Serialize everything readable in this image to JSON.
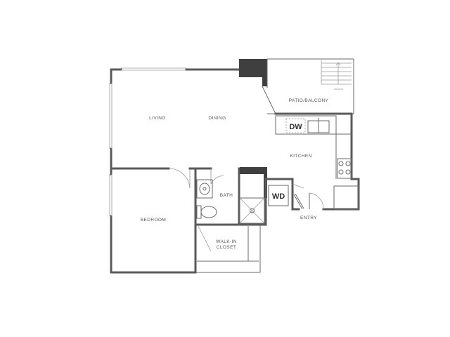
{
  "rooms": {
    "living": "LIVING",
    "dining": "DINING",
    "patio": "PATIO/BALCONY",
    "kitchen": "KITCHEN",
    "bath": "BATH",
    "bedroom": "BEDROOM",
    "closet_line1": "WALK-IN",
    "closet_line2": "CLOSET",
    "entry": "ENTRY"
  },
  "appliances": {
    "dishwasher": "DW",
    "washer_dryer": "WD"
  }
}
